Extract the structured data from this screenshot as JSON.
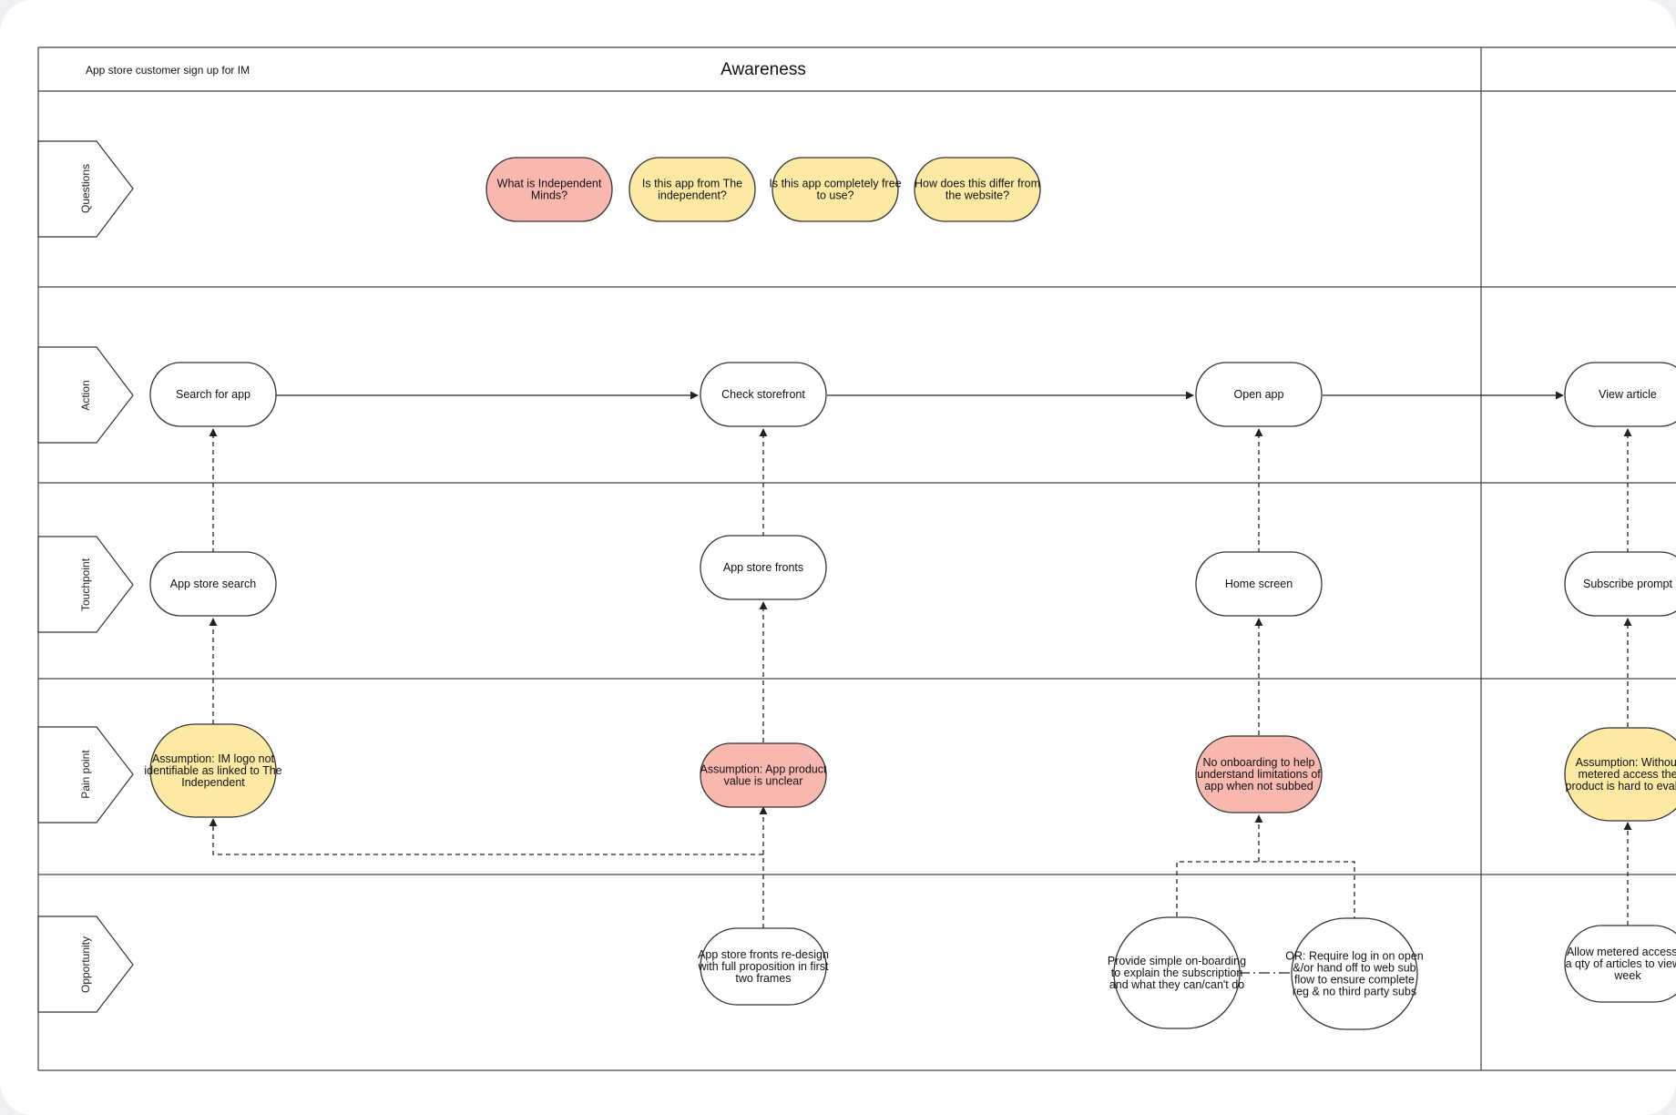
{
  "diagram": {
    "header": {
      "left_label": "App store customer sign up for IM",
      "stage_title": "Awareness"
    },
    "lanes": [
      "Questions",
      "Action",
      "Touchpoint",
      "Pain point",
      "Opportunity"
    ],
    "colors": {
      "line": "#333333",
      "node_white": "#ffffff",
      "node_yellow": "#fce9a4",
      "node_red": "#f8b8b0"
    },
    "questions": [
      {
        "id": "q1",
        "lines": [
          "What is Independent",
          "Minds?"
        ],
        "color": "red"
      },
      {
        "id": "q2",
        "lines": [
          "Is this app from The",
          "independent?"
        ],
        "color": "yellow"
      },
      {
        "id": "q3",
        "lines": [
          "Is this app completely free",
          "to use?"
        ],
        "color": "yellow"
      },
      {
        "id": "q4",
        "lines": [
          "How does this differ from",
          "the website?"
        ],
        "color": "yellow"
      }
    ],
    "actions": [
      {
        "id": "a1",
        "lines": [
          "Search for app"
        ]
      },
      {
        "id": "a2",
        "lines": [
          "Check storefront"
        ]
      },
      {
        "id": "a3",
        "lines": [
          "Open app"
        ]
      },
      {
        "id": "a4",
        "lines": [
          "View article"
        ]
      }
    ],
    "touchpoints": [
      {
        "id": "t1",
        "lines": [
          "App store search"
        ]
      },
      {
        "id": "t2",
        "lines": [
          "App store fronts"
        ]
      },
      {
        "id": "t3",
        "lines": [
          "Home screen"
        ]
      },
      {
        "id": "t4",
        "lines": [
          "Subscribe prompt"
        ]
      }
    ],
    "pain_points": [
      {
        "id": "p1",
        "lines": [
          "Assumption: IM logo not",
          "identifiable as linked to The",
          "Independent"
        ],
        "color": "yellow"
      },
      {
        "id": "p2",
        "lines": [
          "Assumption: App product",
          "value is unclear"
        ],
        "color": "red"
      },
      {
        "id": "p3",
        "lines": [
          "No onboarding to help",
          "understand limitations of",
          "app when not subbed"
        ],
        "color": "red"
      },
      {
        "id": "p4",
        "lines": [
          "Assumption: Without",
          "metered access the",
          "product is hard to evalua"
        ],
        "color": "yellow"
      }
    ],
    "opportunities": [
      {
        "id": "o1",
        "lines": [
          "App store fronts re-design",
          "with full proposition in first",
          "two frames"
        ]
      },
      {
        "id": "o2",
        "lines": [
          "Provide simple on-boarding",
          "to explain the subscription",
          "and what they can/can't do"
        ]
      },
      {
        "id": "o3",
        "lines": [
          "OR: Require log in on open",
          "&/or hand off to web sub",
          "flow to ensure complete",
          "reg & no third party subs"
        ]
      },
      {
        "id": "o4",
        "lines": [
          "Allow metered access w",
          "a qty of articles to view p",
          "week"
        ]
      }
    ]
  }
}
